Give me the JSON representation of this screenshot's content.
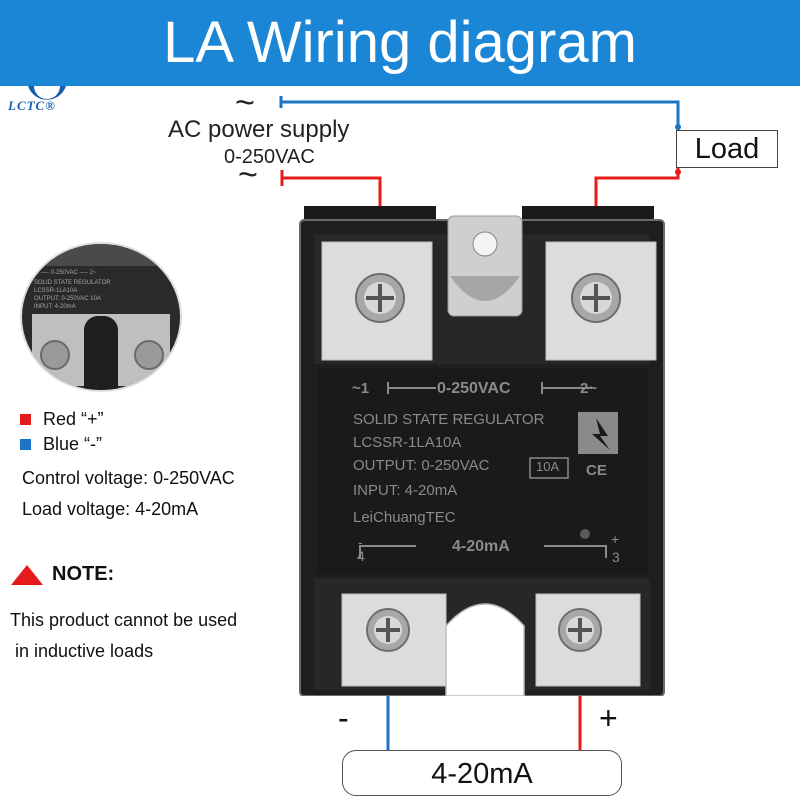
{
  "title": "LA Wiring diagram",
  "brand": {
    "logo_text": "LCTC®"
  },
  "ac": {
    "tilde": "~",
    "title": "AC power supply",
    "range": "0-250VAC"
  },
  "load": {
    "label": "Load"
  },
  "legend": [
    {
      "label": "Red “+”",
      "color": "#e61c1c"
    },
    {
      "label": "Blue “-”",
      "color": "#1c74c4"
    }
  ],
  "specs": {
    "control": "Control voltage: 0-250VAC",
    "load": "Load voltage: 4-20mA"
  },
  "note": {
    "heading": "NOTE:",
    "line1": "This product cannot be used",
    "line2": " in inductive loads"
  },
  "relay": {
    "output_left": "~1",
    "output_mid": "0-250VAC",
    "output_right": "2~",
    "line1": "SOLID STATE REGULATOR",
    "line2": "LCSSR-1LA10A",
    "line3": "OUTPUT: 0-250VAC",
    "rating": "10A",
    "line4": "INPUT: 4-20mA",
    "line5": "LeiChuangTEC",
    "ce": "CE",
    "input_left_sign": "-",
    "input_left_num": "4",
    "input_mid": "4-20mA",
    "input_right_sign": "+",
    "input_right_num": "3"
  },
  "inset": {
    "l1": "~1 ── 0-250VAC ── 2~",
    "l2": "SOLID STATE REGULATOR",
    "l3": "LCSSR-1LA10A",
    "l4": "OUTPUT: 0-250VAC  10A",
    "l5": "INPUT: 4-20mA"
  },
  "terminals": {
    "minus": "-",
    "plus": "+"
  },
  "input_signal": "4-20mA",
  "colors": {
    "banner": "#1c86d6",
    "wire_red": "#e61c1c",
    "wire_blue": "#1c74c4",
    "relay_body": "#1e1e1e"
  }
}
